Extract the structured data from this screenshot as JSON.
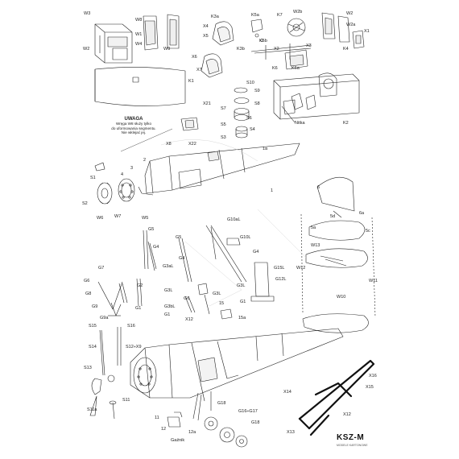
{
  "note": {
    "title": "UWAGA",
    "lines": [
      "Wręga W8 służy tylko",
      "do uformowania segmentu.",
      "Nie wklejać jej."
    ]
  },
  "brand": {
    "name": "KSZ-M",
    "sub": "MODELE KARTONOWE"
  },
  "labels": {
    "W3": "W3",
    "W8": "W8",
    "W1": "W1",
    "W4": "W4",
    "W9": "W9",
    "W2a": "W2",
    "K1": "K1",
    "K3a": "K3a",
    "X4": "X4",
    "X5": "X5",
    "K3b": "K3b",
    "K5a": "K5a",
    "K7": "K7",
    "W2b": "W2b",
    "W2": "W2",
    "W2c": "W2a",
    "X1": "X1",
    "K4": "K4",
    "K5b": "K5b",
    "X2": "X2",
    "X3": "X3",
    "X6": "X6",
    "X7": "X7",
    "K6": "K6",
    "K6a": "K6a",
    "X21": "X21",
    "S10": "S10",
    "S9": "S9",
    "S8": "S8",
    "S7": "S7",
    "S6": "S6",
    "S5": "S5",
    "S4": "S4",
    "S3": "S3",
    "X8": "X8",
    "X22": "X22",
    "K2": "K2",
    "Nitka": "Nitka",
    "p1a": "1a",
    "p1": "1",
    "p2": "2",
    "p3": "3",
    "p4": "4",
    "S1": "S1",
    "S2": "S2",
    "W6": "W6",
    "W7": "W7",
    "W5": "W5",
    "p6": "6",
    "p6a": "6a",
    "p5d": "5d",
    "p5a": "5a",
    "p5c": "5c",
    "W13": "W13",
    "W12": "W12",
    "W11": "W11",
    "W10": "W10",
    "G5a": "G5",
    "G4a": "G4",
    "G5b": "G5",
    "G4b": "G4",
    "G10aL": "G10aL",
    "G10L": "G10L",
    "G4c": "G4",
    "G15L": "G15L",
    "G12L": "G12L",
    "G3aL": "G3aL",
    "G3L": "G3L",
    "G2": "G2",
    "G7": "G7",
    "G6": "G6",
    "G8": "G8",
    "G9": "G9",
    "G9a": "G9a",
    "G1a": "G1",
    "G3bL": "G3bL",
    "G1b": "G1",
    "G6b": "G6",
    "G3La": "G3L",
    "G3Lb": "G3L",
    "G1c": "G1",
    "X12a": "X12",
    "p15": "15",
    "p15a": "15a",
    "S15": "S15",
    "S16": "S16",
    "S14": "S14",
    "S12X9": "S12÷X9",
    "S13": "S13",
    "S11": "S11",
    "S11a": "S11a",
    "X16": "X16",
    "X15": "X15",
    "X14": "X14",
    "X12b": "X12",
    "X13": "X13",
    "G18a": "G18",
    "G16G17": "G16÷G17",
    "G18b": "G18",
    "p11": "11",
    "p12": "12",
    "p12a": "12a",
    "Gaznik": "Gaźnik"
  }
}
